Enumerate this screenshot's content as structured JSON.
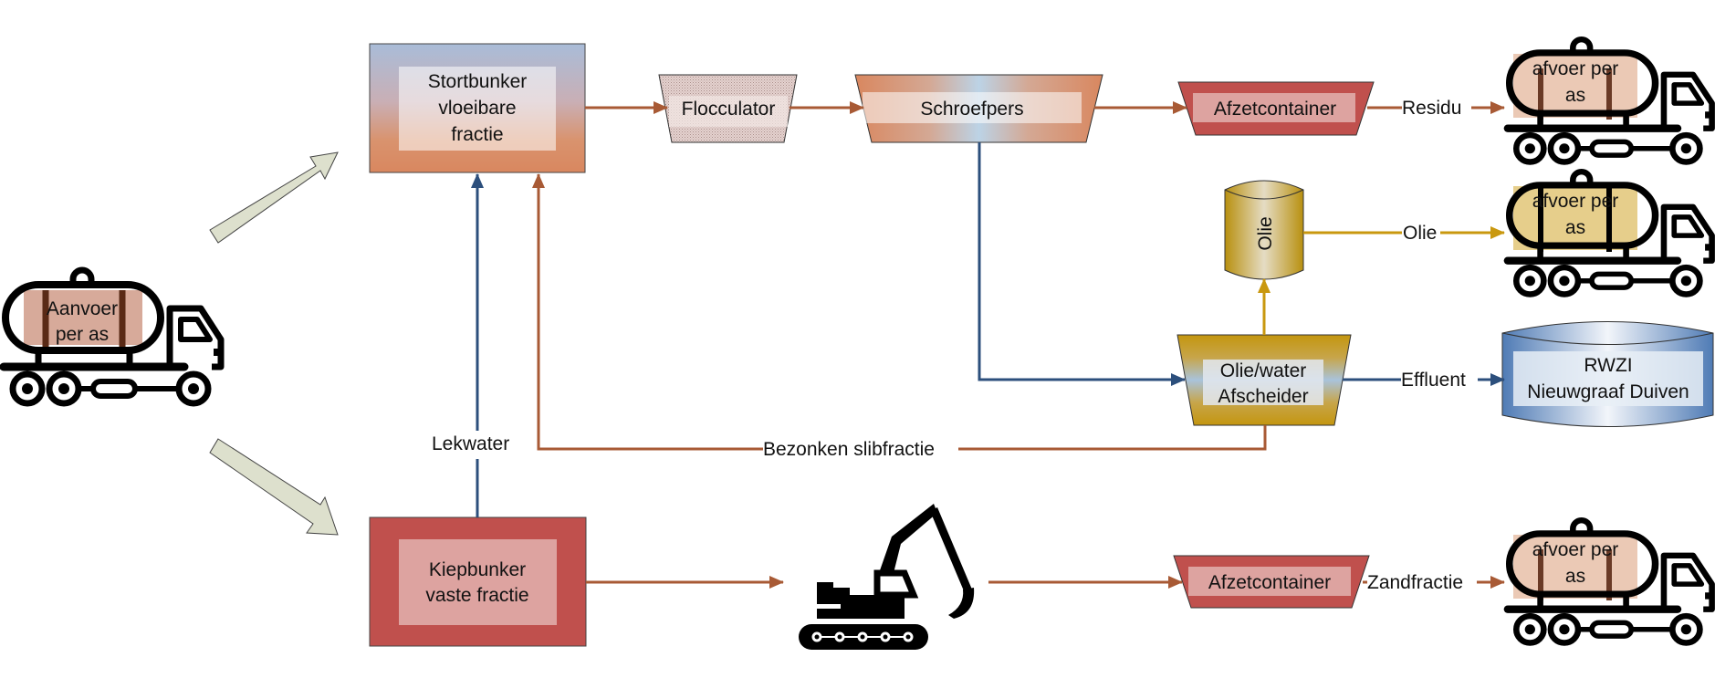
{
  "title": "Procesdiagram verwerking vloeibare en vaste fractie",
  "colors": {
    "flow_brown": "#A85A35",
    "flow_blue": "#2C4F7C",
    "flow_gold": "#C9980F",
    "container_red": "#C0504D",
    "container_inner": "#DDA3A0",
    "input_arrow_fill": "#DDE0CD",
    "tank_fill_brown": "#E8BFA8",
    "tank_fill_gold": "#E3C97E",
    "rwzi_blue": "#4F7BB5"
  },
  "nodes": {
    "aanvoer": {
      "label_lines": [
        "Aanvoer",
        "per as"
      ],
      "icon": "tanker-truck-icon"
    },
    "stortbunker": {
      "label_lines": [
        "Stortbunker",
        "vloeibare",
        "fractie"
      ]
    },
    "kiepbunker": {
      "label_lines": [
        "Kiepbunker",
        "vaste fractie"
      ]
    },
    "flocculator": {
      "label": "Flocculator"
    },
    "schroefpers": {
      "label": "Schroefpers"
    },
    "afzetcontainer_top": {
      "label": "Afzetcontainer"
    },
    "afzetcontainer_bottom": {
      "label": "Afzetcontainer"
    },
    "olie_tank": {
      "label": "Olie"
    },
    "afscheider": {
      "label_lines": [
        "Olie/water",
        "Afscheider"
      ]
    },
    "rwzi": {
      "label_lines": [
        "RWZI",
        "Nieuwgraaf Duiven"
      ]
    },
    "graafmachine": {
      "icon": "excavator-icon"
    },
    "afvoer_residu": {
      "label_lines": [
        "afvoer per",
        "as"
      ],
      "icon": "tanker-truck-icon"
    },
    "afvoer_olie": {
      "label_lines": [
        "afvoer per",
        "as"
      ],
      "icon": "tanker-truck-icon"
    },
    "afvoer_zand": {
      "label_lines": [
        "afvoer per",
        "as"
      ],
      "icon": "tanker-truck-icon"
    }
  },
  "flow_labels": {
    "residu": "Residu",
    "olie": "Olie",
    "effluent": "Effluent",
    "lekwater": "Lekwater",
    "bezonken": "Bezonken slibfractie",
    "zandfractie": "Zandfractie"
  }
}
